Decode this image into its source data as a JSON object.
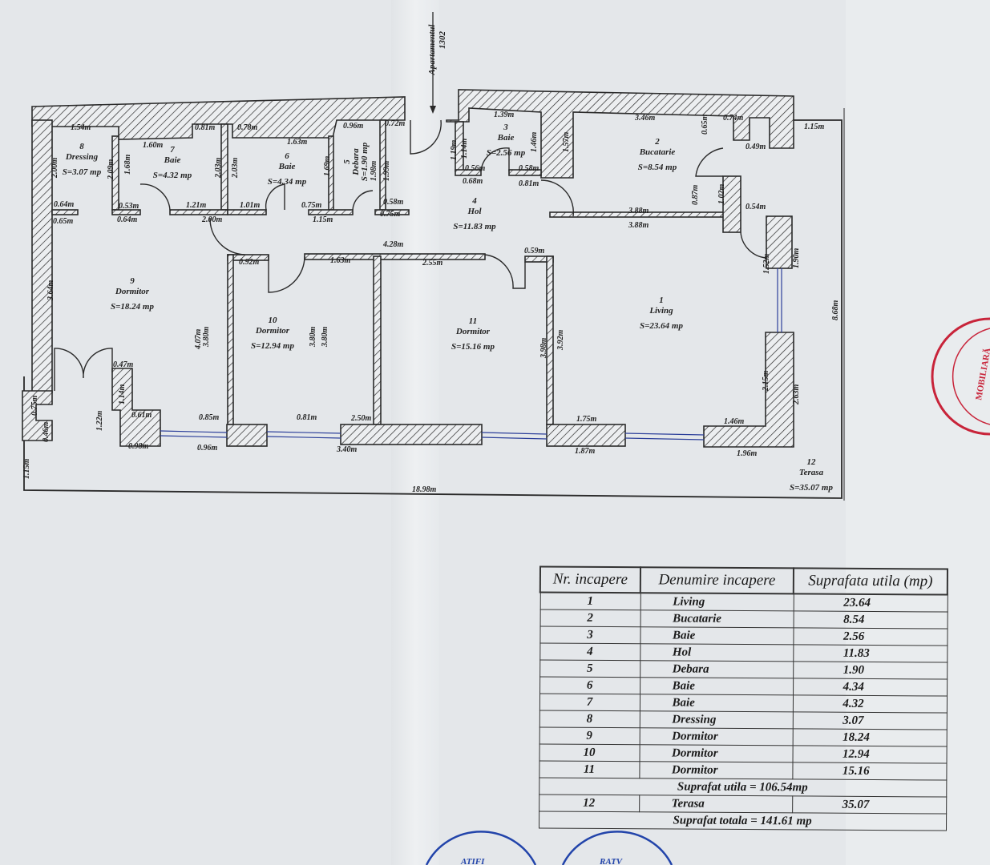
{
  "plan": {
    "entrance_label": "Apartamentul",
    "entrance_number": "1302",
    "rooms": [
      {
        "nr": "1",
        "name": "Living",
        "area": "S=23.64 mp"
      },
      {
        "nr": "2",
        "name": "Bucatarie",
        "area": "S=8.54 mp"
      },
      {
        "nr": "3",
        "name": "Baie",
        "area": "S=2.56 mp"
      },
      {
        "nr": "4",
        "name": "Hol",
        "area": "S=11.83 mp"
      },
      {
        "nr": "5",
        "name": "Debara",
        "area": "S=1.90 mp"
      },
      {
        "nr": "6",
        "name": "Baie",
        "area": "S=4.34 mp"
      },
      {
        "nr": "7",
        "name": "Baie",
        "area": "S=4.32 mp"
      },
      {
        "nr": "8",
        "name": "Dressing",
        "area": "S=3.07 mp"
      },
      {
        "nr": "9",
        "name": "Dormitor",
        "area": "S=18.24 mp"
      },
      {
        "nr": "10",
        "name": "Dormitor",
        "area": "S=12.94 mp"
      },
      {
        "nr": "11",
        "name": "Dormitor",
        "area": "S=15.16 mp"
      },
      {
        "nr": "12",
        "name": "Terasa",
        "area": "S=35.07 mp"
      }
    ],
    "dimensions": [
      "1.54m",
      "0.81m",
      "0.78m",
      "1.60m",
      "1.63m",
      "0.96m",
      "0.72m",
      "2.00m",
      "2.09m",
      "1.68m",
      "2.03m",
      "2.03m",
      "1.69m",
      "1.98m",
      "1.99m",
      "0.64m",
      "0.65m",
      "0.53m",
      "0.64m",
      "1.21m",
      "1.01m",
      "0.75m",
      "2.00m",
      "1.15m",
      "0.58m",
      "0.75m",
      "4.28m",
      "1.39m",
      "1.19m",
      "1.14m",
      "1.46m",
      "1.57m",
      "0.56m",
      "0.68m",
      "0.58m",
      "0.81m",
      "3.46m",
      "0.65m",
      "0.74m",
      "0.49m",
      "1.15m",
      "3.88m",
      "3.88m",
      "0.87m",
      "1.02m",
      "0.54m",
      "0.59m",
      "1.52m",
      "1.90m",
      "8.68m",
      "0.92m",
      "1.63m",
      "2.55m",
      "3.64m",
      "4.07m",
      "3.80m",
      "3.80m",
      "3.80m",
      "3.98m",
      "3.92m",
      "0.47m",
      "1.14m",
      "1.22m",
      "0.61m",
      "0.75m",
      "0.46m",
      "1.15m",
      "0.98m",
      "0.85m",
      "0.96m",
      "0.81m",
      "2.50m",
      "3.40m",
      "1.75m",
      "1.87m",
      "1.46m",
      "1.96m",
      "2.15m",
      "2.63m",
      "18.98m"
    ]
  },
  "table": {
    "headers": [
      "Nr. incapere",
      "Denumire incapere",
      "Suprafata utila (mp)"
    ],
    "rows": [
      {
        "nr": "1",
        "name": "Living",
        "area": "23.64"
      },
      {
        "nr": "2",
        "name": "Bucatarie",
        "area": "8.54"
      },
      {
        "nr": "3",
        "name": "Baie",
        "area": "2.56"
      },
      {
        "nr": "4",
        "name": "Hol",
        "area": "11.83"
      },
      {
        "nr": "5",
        "name": "Debara",
        "area": "1.90"
      },
      {
        "nr": "6",
        "name": "Baie",
        "area": "4.34"
      },
      {
        "nr": "7",
        "name": "Baie",
        "area": "4.32"
      },
      {
        "nr": "8",
        "name": "Dressing",
        "area": "3.07"
      },
      {
        "nr": "9",
        "name": "Dormitor",
        "area": "18.24"
      },
      {
        "nr": "10",
        "name": "Dormitor",
        "area": "12.94"
      },
      {
        "nr": "11",
        "name": "Dormitor",
        "area": "15.16"
      }
    ],
    "subtotal": "Suprafat utila = 106.54mp",
    "terrace": {
      "nr": "12",
      "name": "Terasa",
      "area": "35.07"
    },
    "total": "Suprafat totala = 141.61 mp"
  },
  "stamps": {
    "right": "MOBILIARĂ",
    "bottom_left": "ATIFI",
    "bottom_right": "RATV"
  },
  "colors": {
    "wall": "#2a2a2a",
    "window": "#2c3f9a",
    "stamp_red": "#c8243a",
    "stamp_blue": "#2244aa"
  }
}
